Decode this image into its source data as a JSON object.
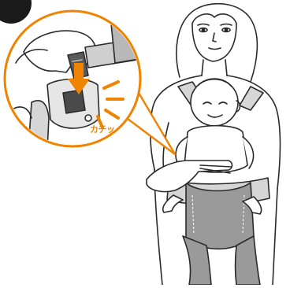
{
  "illustration": {
    "step_badge": "dark-circle-step-marker",
    "callout": {
      "sound_effect_text": "カチッ",
      "accent_color": "#f08300",
      "arrow_icon": "down-arrow-icon"
    },
    "subject": "woman-wearing-baby-carrier"
  }
}
